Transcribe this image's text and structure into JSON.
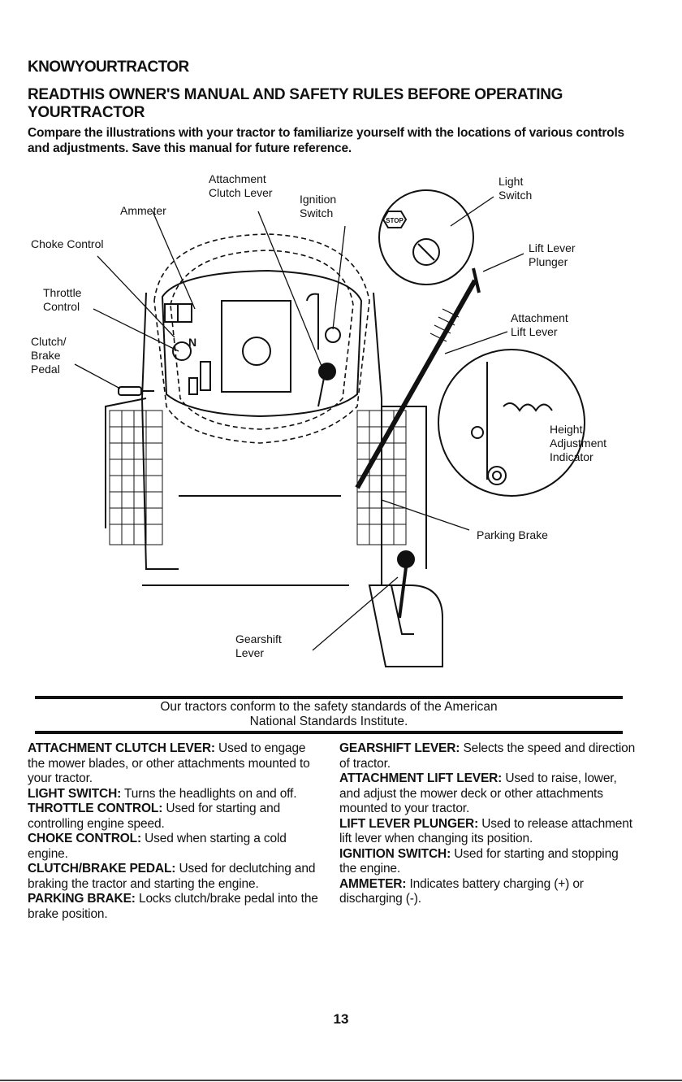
{
  "header": {
    "title": "KNOWYOURTRACTOR",
    "subtitle": "READTHIS OWNER'S MANUAL AND SAFETY RULES BEFORE OPERATING YOURTRACTOR",
    "intro": "Compare the illustrations with your tractor to familiarize yourself with the locations of various controls and adjustments. Save this manual for future reference."
  },
  "diagram": {
    "labels": {
      "attachment_clutch_lever": [
        "Attachment",
        "Clutch Lever"
      ],
      "ammeter": "Ammeter",
      "ignition_switch": [
        "Ignition",
        "Switch"
      ],
      "light_switch": [
        "Light",
        "Switch"
      ],
      "choke_control": "Choke Control",
      "lift_lever_plunger": [
        "Lift Lever",
        "Plunger"
      ],
      "throttle_control": [
        "Throttle",
        "Control"
      ],
      "attachment_lift_lever": [
        "Attachment",
        "Lift Lever"
      ],
      "clutch_brake_pedal": [
        "Clutch/",
        "Brake",
        "Pedal"
      ],
      "height_adjustment_indicator": [
        "Height",
        "Adjustment",
        "Indicator"
      ],
      "parking_brake": "Parking Brake",
      "gearshift_lever": [
        "Gearshift",
        "Lever"
      ]
    },
    "stop_label": "STOP",
    "neutral_letter": "N"
  },
  "notice": {
    "line1": "Our tractors conform to the safety standards of the American",
    "line2": "National Standards Institute."
  },
  "left_column": [
    {
      "term": "ATTACHMENT CLUTCH LEVER:",
      "desc": " Used to engage the mower blades, or other attachments mounted to your tractor."
    },
    {
      "term": "LIGHT SWITCH:",
      "desc": " Turns the headlights on and off."
    },
    {
      "term": "THROTTLE CONTROL:",
      "desc": " Used for starting and controlling engine speed."
    },
    {
      "term": "CHOKE CONTROL:",
      "desc": " Used when starting a cold engine."
    },
    {
      "term": "CLUTCH/BRAKE PEDAL:",
      "desc": " Used for declutching and braking the tractor and starting the engine."
    },
    {
      "term": "PARKING BRAKE:",
      "desc": " Locks clutch/brake pedal into the brake position."
    }
  ],
  "right_column": [
    {
      "term": "GEARSHIFT LEVER:",
      "desc": " Selects the speed and direction of tractor."
    },
    {
      "term": "ATTACHMENT LIFT LEVER:",
      "desc": " Used to raise, lower, and adjust the mower deck or other attachments mounted to your tractor."
    },
    {
      "term": "LIFT LEVER PLUNGER:",
      "desc": " Used to release attachment lift lever when changing its position."
    },
    {
      "term": "IGNITION SWITCH:",
      "desc": " Used for starting and stopping the engine."
    },
    {
      "term": "AMMETER:",
      "desc": " Indicates battery charging (+) or discharging (-)."
    }
  ],
  "footer": {
    "page_number": "13"
  }
}
